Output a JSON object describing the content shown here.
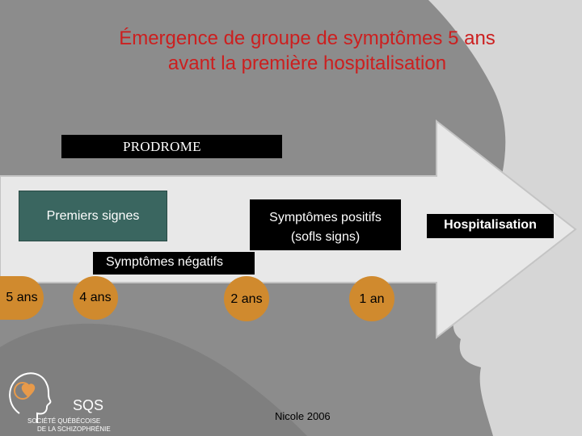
{
  "title": {
    "line1": "Émergence de groupe de symptômes 5 ans",
    "line2": "avant la première hospitalisation"
  },
  "boxes": {
    "prodrome": "PRODROME",
    "premiers_signes": "Premiers signes",
    "symptomes_positifs_line1": "Symptômes positifs",
    "symptomes_positifs_line2": "(sofls signs)",
    "symptomes_negatifs": "Symptômes négatifs",
    "hospitalisation": "Hospitalisation"
  },
  "timeline": [
    "5 ans",
    "4 ans",
    "2 ans",
    "1 an"
  ],
  "credit": "Nicole 2006",
  "logo": {
    "acronym": "SQS",
    "line1": "SOCIÉTÉ QUÉBÉCOISE",
    "line2": "DE LA SCHIZOPHRÉNIE"
  },
  "colors": {
    "background": "#8c8c8c",
    "arrow": "#e8e8e8",
    "title": "#cc1f1f",
    "premiers_box": "#3a6660",
    "timeline_marker": "#d08a2e",
    "logo_heart": "#e89a4a"
  }
}
